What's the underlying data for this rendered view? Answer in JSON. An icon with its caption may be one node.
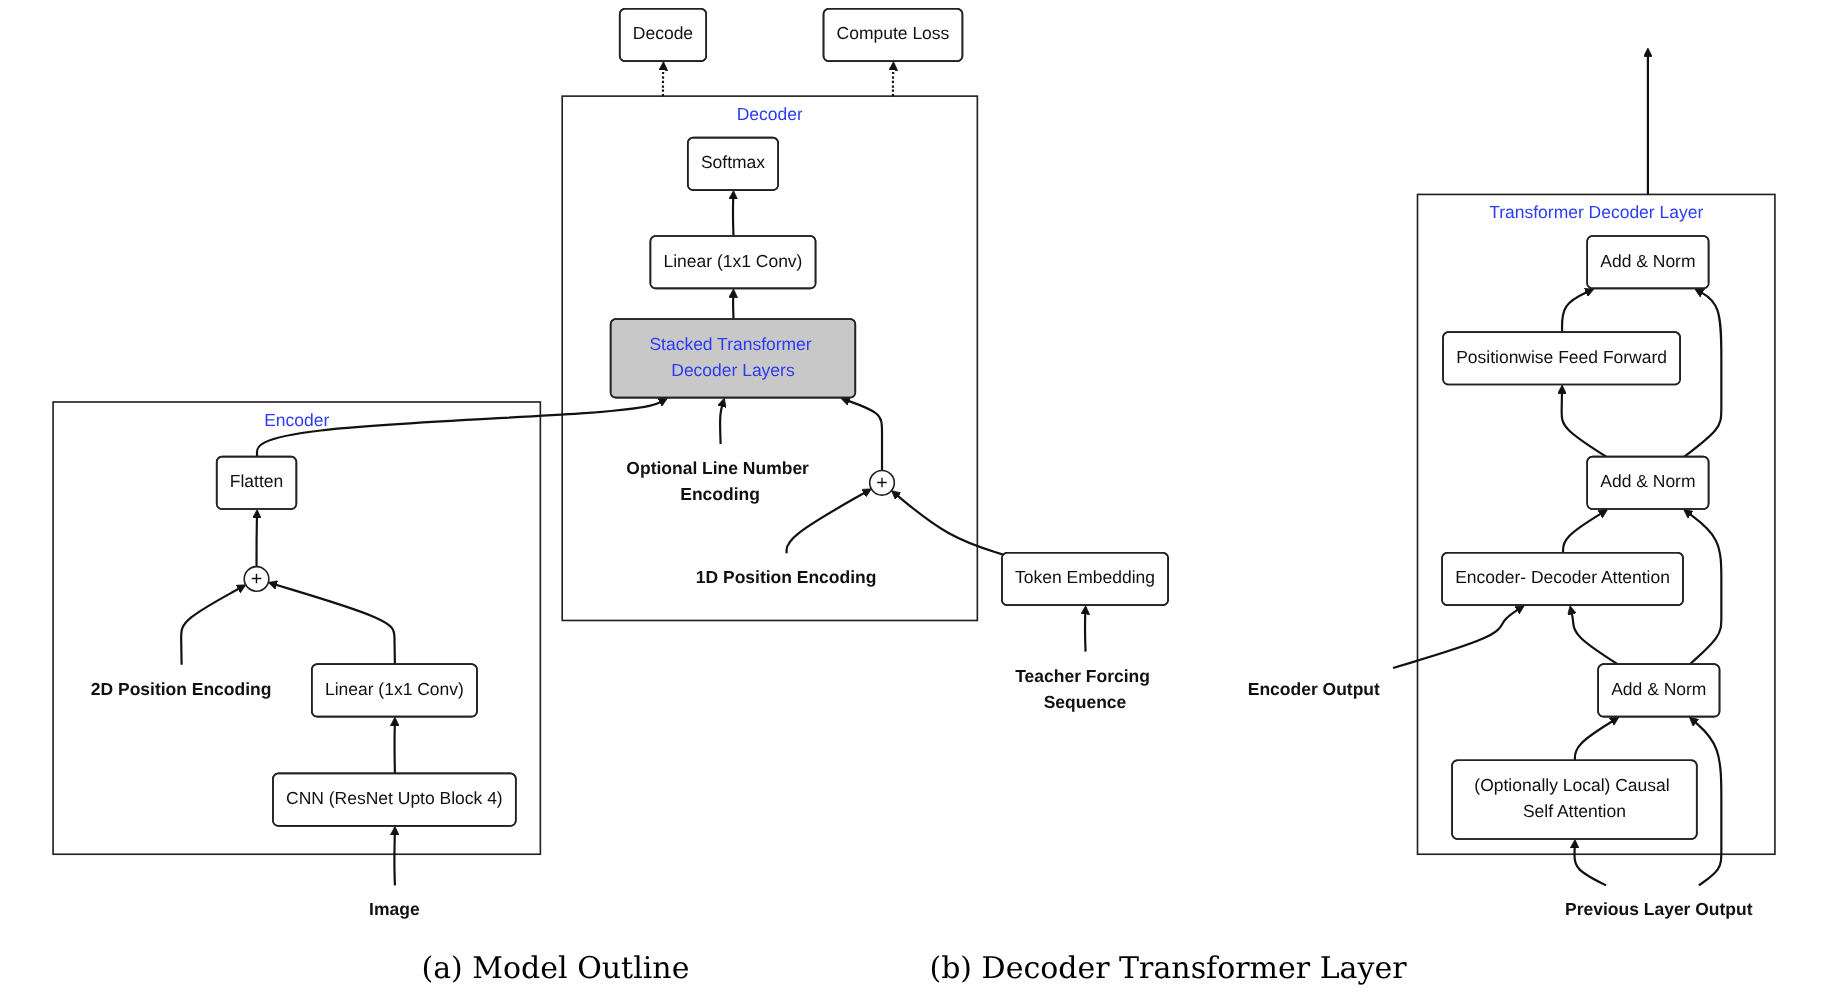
{
  "diagram": {
    "nodes": [
      {
        "text": [
          "Encoder"
        ]
      },
      {
        "text": [
          "Flatten"
        ],
        "in": 0
      },
      {
        "text": [
          "2D Position Encoding"
        ],
        "in": 0
      },
      {
        "text": [
          "+"
        ],
        "in": 0
      },
      {
        "text": [
          "Linear (1x1 Conv)"
        ],
        "in": 0
      },
      {
        "text": [
          "CNN (ResNet Upto Block 4)"
        ],
        "in": 0
      },
      {
        "text": [
          "Image"
        ]
      },
      {
        "text": [
          "Decode"
        ]
      },
      {
        "text": [
          "Compute Loss"
        ]
      },
      {
        "text": [
          "Decoder"
        ]
      },
      {
        "text": [
          "Softmax"
        ],
        "in": 9
      },
      {
        "text": [
          "Linear (1x1 Conv)"
        ],
        "in": 9
      },
      {
        "text": [
          "Stacked Transformer Decoder Layers"
        ],
        "in": 9
      },
      {
        "text": [
          "Optional Line Number Encoding"
        ],
        "in": 9
      },
      {
        "text": [
          "+"
        ],
        "in": 9
      },
      {
        "text": [
          "1D Position Encoding"
        ],
        "in": 9
      },
      {
        "text": [
          "Token Embedding"
        ]
      },
      {
        "text": [
          "Teacher Forcing Sequence"
        ]
      },
      {
        "text": [
          "Transformer Decoder Layer"
        ]
      },
      {
        "text": [
          "Add & Norm"
        ],
        "in": 18
      },
      {
        "text": [
          "Positionwise Feed Forward"
        ],
        "in": 18
      },
      {
        "text": [
          "Add & Norm"
        ],
        "in": 18
      },
      {
        "text": [
          "Encoder- Decoder Attention"
        ],
        "in": 18
      },
      {
        "text": [
          "Add & Norm"
        ],
        "in": 18
      },
      {
        "text": [
          "(Optionally Local) Causal Self Attention"
        ],
        "in": 18
      },
      {
        "text": [
          "Encoder Output"
        ]
      },
      {
        "text": [
          "Previous Layer Output"
        ]
      }
    ],
    "edges": [
      {
        "from": 6,
        "to": 5,
        "arrow": "to"
      },
      {
        "from": 5,
        "to": 4,
        "arrow": "to"
      },
      {
        "from": 4,
        "to": 3,
        "arrow": "to"
      },
      {
        "from": 2,
        "to": 3,
        "arrow": "to"
      },
      {
        "from": 3,
        "to": 1,
        "arrow": "to"
      },
      {
        "from": 1,
        "to": 12,
        "arrow": "to"
      },
      {
        "from": 12,
        "to": 11,
        "arrow": "to"
      },
      {
        "from": 11,
        "to": 10,
        "arrow": "to"
      },
      {
        "from": 9,
        "to": 7,
        "arrow": "to",
        "style": "dashed"
      },
      {
        "from": 9,
        "to": 8,
        "arrow": "to",
        "style": "dashed"
      },
      {
        "from": 17,
        "to": 16,
        "arrow": "to"
      },
      {
        "from": 16,
        "to": 14,
        "arrow": "to"
      },
      {
        "from": 15,
        "to": 14,
        "arrow": "to"
      },
      {
        "from": 14,
        "to": 12,
        "arrow": "to"
      },
      {
        "from": 13,
        "to": 12,
        "arrow": "to"
      },
      {
        "from": 26,
        "to": 24,
        "arrow": "to"
      },
      {
        "from": 26,
        "to": 23,
        "arrow": "to"
      },
      {
        "from": 24,
        "to": 23,
        "arrow": "to"
      },
      {
        "from": 25,
        "to": 22,
        "arrow": "to"
      },
      {
        "from": 23,
        "to": 22,
        "arrow": "to"
      },
      {
        "from": 23,
        "to": 21,
        "arrow": "to"
      },
      {
        "from": 22,
        "to": 21,
        "arrow": "to"
      },
      {
        "from": 21,
        "to": 20,
        "arrow": "to"
      },
      {
        "from": 21,
        "to": 19,
        "arrow": "to"
      },
      {
        "from": 20,
        "to": 19,
        "arrow": "to"
      },
      {
        "from": 18,
        "to": null,
        "arrow": "to"
      }
    ],
    "labels": [
      "(a) Model Outline",
      "(b) Decoder Transformer Layer"
    ]
  }
}
